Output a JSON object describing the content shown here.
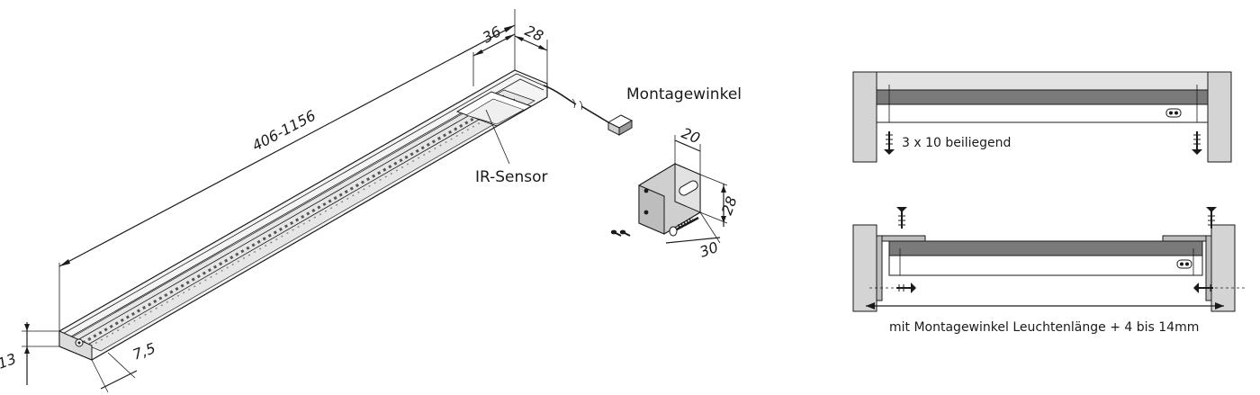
{
  "dimensions": {
    "length": "406-1156",
    "sensor_width": "36",
    "depth": "28",
    "height": "13",
    "led_offset": "7,5"
  },
  "labels": {
    "ir_sensor": "IR-Sensor",
    "mounting_bracket": "Montagewinkel",
    "screws_included": "3 x 10 beiliegend",
    "bracket_length_note": "mit Montagewinkel Leuchtenlänge + 4 bis 14mm"
  },
  "bracket_dimensions": {
    "width": "20",
    "height": "28",
    "depth": "30"
  },
  "colors": {
    "line": "#1a1a1a",
    "cabinet_side": "#d4d4d4",
    "cabinet_top": "#e3e3e3",
    "lamp_body": "#7a7a7a",
    "bracket": "#bdbdbd"
  }
}
